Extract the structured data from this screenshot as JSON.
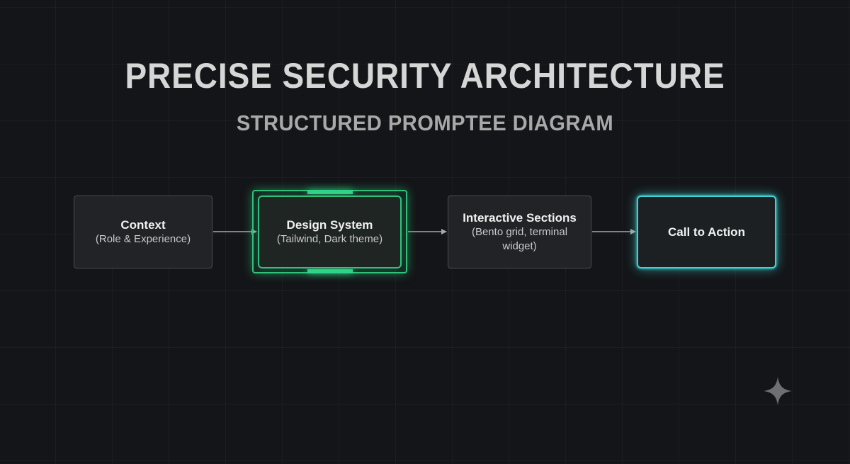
{
  "header": {
    "title": "PRECISE SECURITY ARCHITECTURE",
    "subtitle": "STRUCTURED PROMPTEE DIAGRAM"
  },
  "nodes": [
    {
      "title": "Context",
      "subtitle": "(Role & Experience)"
    },
    {
      "title": "Design System",
      "subtitle": "(Tailwind, Dark theme)"
    },
    {
      "title": "Interactive Sections",
      "subtitle": "(Bento grid, terminal widget)"
    },
    {
      "title": "Call to Action",
      "subtitle": ""
    }
  ],
  "colors": {
    "background": "#141518",
    "design_system_accent": "#2fc27b",
    "call_to_action_accent": "#3fd3d6"
  },
  "decoration": {
    "corner_icon": "sparkle-icon"
  }
}
